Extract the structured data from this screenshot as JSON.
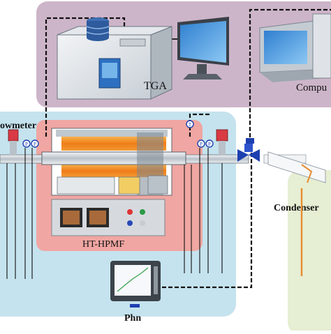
{
  "diagram": {
    "labels": {
      "tga": "TGA",
      "computer": "Compu",
      "flowmeter": "owmeter",
      "furnace": "HT-HPMF",
      "condenser": "Condenser",
      "pressure_display": "Phn"
    },
    "sensor_marks": {
      "thermocouple": "T",
      "pressure": "P"
    },
    "colors": {
      "top_panel": "#cdb5c9",
      "left_panel": "#c5e3ee",
      "right_panel": "#e6eed3",
      "furnace_panel": "#f0a6a2",
      "heating_band": "#f08a22",
      "valve": "#1e3fb0",
      "flowmeter": "#d93a43",
      "condenser_line": "#e98c2e"
    },
    "icons": [
      "database-icon",
      "tga-instrument-icon",
      "monitor-icon",
      "desktop-tower-icon",
      "flowmeter-icon",
      "valve-icon",
      "condenser-icon",
      "pressure-display-icon"
    ]
  }
}
